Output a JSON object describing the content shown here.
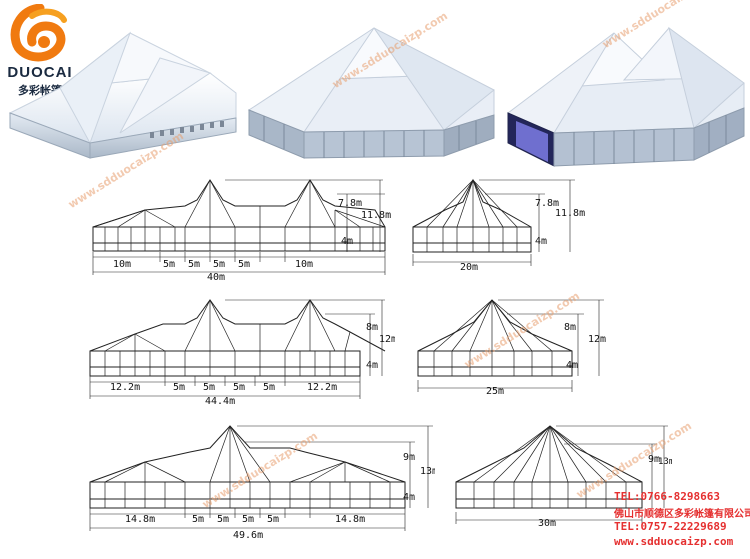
{
  "brand": {
    "logo_initial": "6",
    "name": "DUOCAI",
    "name_cn": "多彩帐篷"
  },
  "watermark": "www.sdduocaizp.com",
  "contact": {
    "tel1": "TEL:0766-8298663",
    "address": "佛山市顺德区多彩帐篷有限公司",
    "tel2": "TEL:0757-22229689",
    "site": "www.sdduocaizp.com"
  },
  "colors": {
    "tent_roof": "#eef3fa",
    "tent_wall": "#b9c6d6",
    "glass_wall": "#6f6fcf",
    "line": "#222222",
    "contact_red": "#e53030",
    "watermark": "#e8a070",
    "logo_orange": "#f07a10"
  },
  "drawings": [
    {
      "id": "multi-40",
      "dims": [
        "7.8m",
        "11.8m",
        "4m"
      ],
      "widths": [
        "10m",
        "5m",
        "5m",
        "5m",
        "5m",
        "10m"
      ],
      "total": "40m"
    },
    {
      "id": "single-20",
      "dims": [
        "7.8m",
        "11.8m",
        "4m"
      ],
      "widths": [],
      "total": "20m"
    },
    {
      "id": "multi-44",
      "dims": [
        "8m",
        "12m",
        "4m"
      ],
      "widths": [
        "12.2m",
        "5m",
        "5m",
        "5m",
        "5m",
        "12.2m"
      ],
      "total": "44.4m"
    },
    {
      "id": "single-25",
      "dims": [
        "8m",
        "12m",
        "4m"
      ],
      "widths": [],
      "total": "25m"
    },
    {
      "id": "multi-49",
      "dims": [
        "9m",
        "13m",
        "4m"
      ],
      "widths": [
        "14.8m",
        "5m",
        "5m",
        "5m",
        "5m",
        "14.8m"
      ],
      "total": "49.6m"
    },
    {
      "id": "single-30",
      "dims": [
        "9m",
        "13m"
      ],
      "widths": [],
      "total": "30m"
    }
  ]
}
